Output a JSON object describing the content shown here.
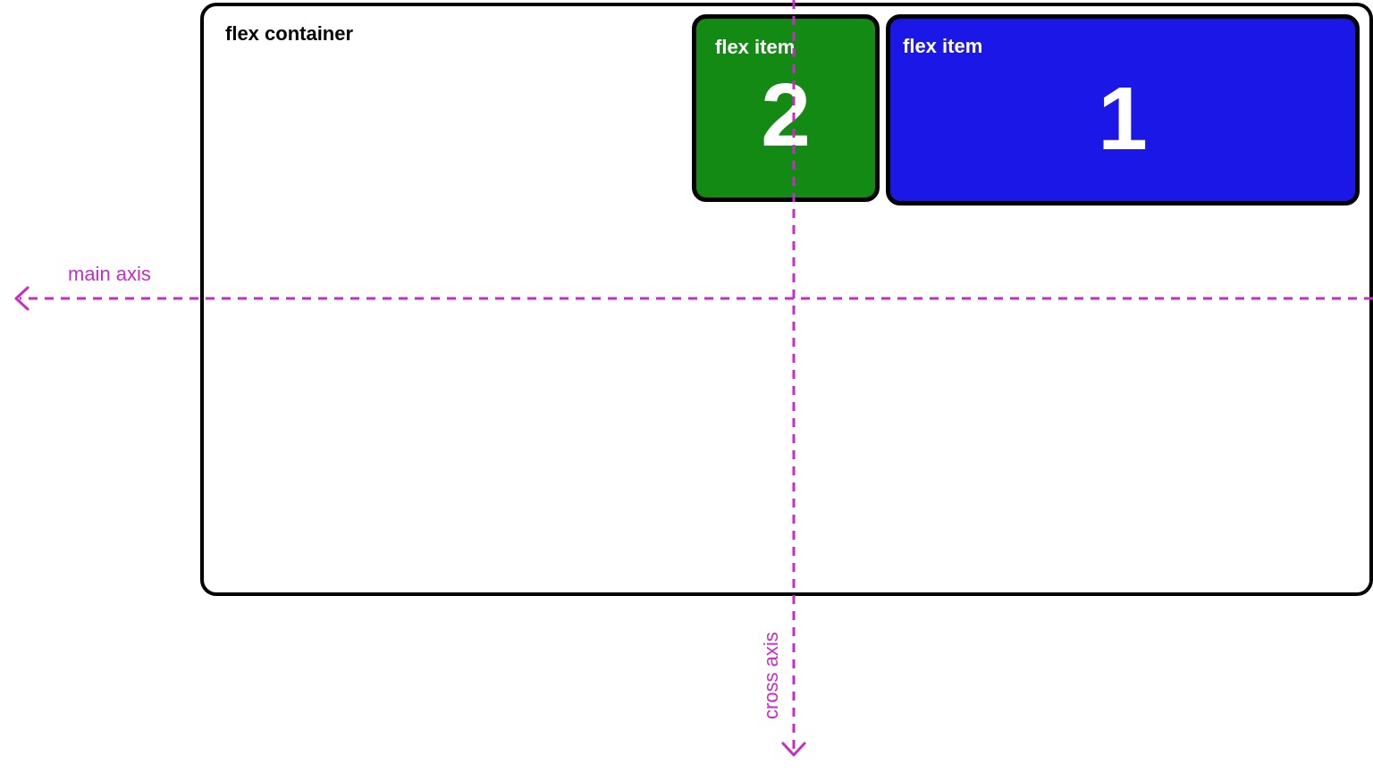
{
  "container": {
    "label": "flex container"
  },
  "items": [
    {
      "label": "flex item",
      "number": "2",
      "color": "#138a13"
    },
    {
      "label": "flex item",
      "number": "1",
      "color": "#1b17e6"
    }
  ],
  "axes": {
    "main_label": "main axis",
    "cross_label": "cross axis",
    "color": "#c52ec5"
  }
}
